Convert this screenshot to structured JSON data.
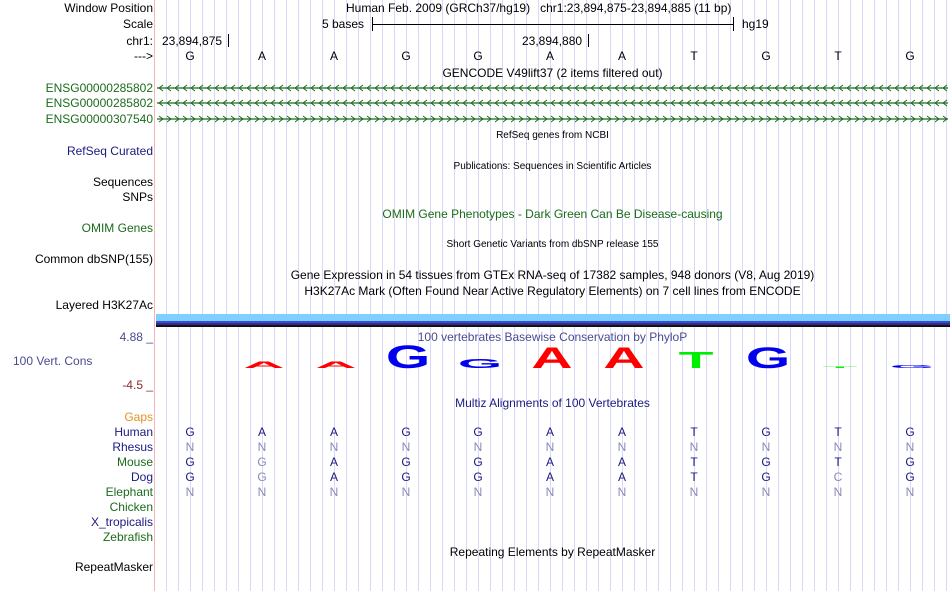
{
  "labels": {
    "window_position": "Window Position",
    "scale": "Scale",
    "chr": "chr1:",
    "strand_arrow": "--->",
    "genes": [
      "ENSG00000285802",
      "ENSG00000285802",
      "ENSG00000307540"
    ],
    "refseq_curated": "RefSeq Curated",
    "sequences": "Sequences",
    "snps": "SNPs",
    "omim_genes": "OMIM Genes",
    "common_dbsnp": "Common dbSNP(155)",
    "layered_h3k27ac": "Layered H3K27Ac",
    "cons_max": "4.88 _",
    "cons_label": "100 Vert. Cons",
    "cons_min": "-4.5 _",
    "gaps": "Gaps",
    "species": [
      "Human",
      "Rhesus",
      "Mouse",
      "Dog",
      "Elephant",
      "Chicken",
      "X_tropicalis",
      "Zebrafish"
    ],
    "repeatmasker": "RepeatMasker"
  },
  "header": {
    "assembly_position": "Human Feb. 2009 (GRCh37/hg19)   chr1:23,894,875-23,894,885 (11 bp)",
    "scale_text": "5 bases",
    "scale_db": "hg19",
    "coord_left": "23,894,875",
    "coord_mid": "23,894,880"
  },
  "sequence": [
    "G",
    "A",
    "A",
    "G",
    "G",
    "A",
    "A",
    "T",
    "G",
    "T",
    "G"
  ],
  "tracks": {
    "gencode": "GENCODE V49lift37 (2 items filtered out)",
    "refseq": "RefSeq genes from NCBI",
    "publications": "Publications: Sequences in Scientific Articles",
    "omim": "OMIM Gene Phenotypes - Dark Green Can Be Disease-causing",
    "dbsnp": "Short Genetic Variants from dbSNP release 155",
    "gtex": "Gene Expression in 54 tissues from GTEx RNA-seq of 17382 samples, 948 donors (V8, Aug 2019)",
    "h3k27ac": "H3K27Ac Mark (Often Found Near Active Regulatory Elements) on 7 cell lines from ENCODE",
    "phylop": "100 vertebrates Basewise Conservation by PhyloP",
    "multiz": "Multiz Alignments of 100 Vertebrates",
    "repeats": "Repeating Elements by RepeatMasker"
  },
  "gene_strands": [
    "-",
    "-",
    "+"
  ],
  "conservation_logo": [
    {
      "base": "G",
      "score": 0.0
    },
    {
      "base": "A",
      "score": 0.3
    },
    {
      "base": "A",
      "score": 0.3
    },
    {
      "base": "G",
      "score": 1.1
    },
    {
      "base": "G",
      "score": 0.45
    },
    {
      "base": "A",
      "score": 1.0
    },
    {
      "base": "A",
      "score": 1.0
    },
    {
      "base": "T",
      "score": 0.8
    },
    {
      "base": "G",
      "score": 1.0
    },
    {
      "base": "T",
      "score": 0.05
    },
    {
      "base": "G",
      "score": 0.15
    }
  ],
  "logo_colors": {
    "A": "#ff0000",
    "G": "#0000ee",
    "T": "#00ee00",
    "C": "#0000ee"
  },
  "alignment": {
    "Human": {
      "bases": [
        "G",
        "A",
        "A",
        "G",
        "G",
        "A",
        "A",
        "T",
        "G",
        "T",
        "G"
      ],
      "match": [
        1,
        1,
        1,
        1,
        1,
        1,
        1,
        1,
        1,
        1,
        1
      ]
    },
    "Rhesus": {
      "bases": [
        "N",
        "N",
        "N",
        "N",
        "N",
        "N",
        "N",
        "N",
        "N",
        "N",
        "N"
      ],
      "match": [
        0,
        0,
        0,
        0,
        0,
        0,
        0,
        0,
        0,
        0,
        0
      ]
    },
    "Mouse": {
      "bases": [
        "G",
        "G",
        "A",
        "G",
        "G",
        "A",
        "A",
        "T",
        "G",
        "T",
        "G"
      ],
      "match": [
        1,
        0,
        1,
        1,
        1,
        1,
        1,
        1,
        1,
        1,
        1
      ]
    },
    "Dog": {
      "bases": [
        "G",
        "G",
        "A",
        "G",
        "G",
        "A",
        "A",
        "T",
        "G",
        "C",
        "G"
      ],
      "match": [
        1,
        0,
        1,
        1,
        1,
        1,
        1,
        1,
        1,
        0,
        1
      ]
    },
    "Elephant": {
      "bases": [
        "N",
        "N",
        "N",
        "N",
        "N",
        "N",
        "N",
        "N",
        "N",
        "N",
        "N"
      ],
      "match": [
        0,
        0,
        0,
        0,
        0,
        0,
        0,
        0,
        0,
        0,
        0
      ]
    }
  }
}
